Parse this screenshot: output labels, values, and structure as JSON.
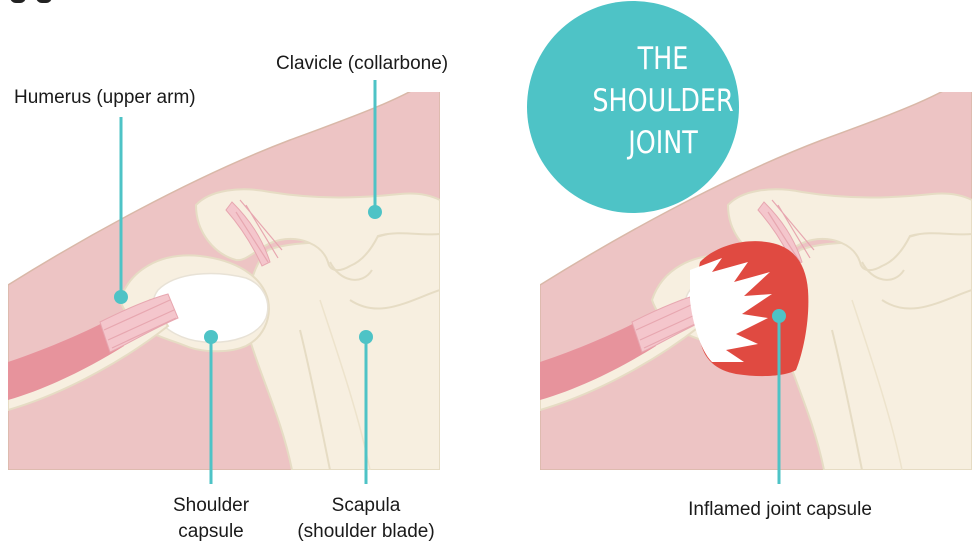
{
  "badge": {
    "line1": "THE",
    "line2": "SHOULDER",
    "line3": "JOINT"
  },
  "left_panel": {
    "labels": {
      "humerus": "Humerus (upper arm)",
      "clavicle": "Clavicle (collarbone)",
      "capsule_line1": "Shoulder",
      "capsule_line2": "capsule",
      "scapula_line1": "Scapula",
      "scapula_line2": "(shoulder blade)"
    }
  },
  "right_panel": {
    "labels": {
      "inflamed": "Inflamed joint capsule"
    }
  },
  "colors": {
    "skin": "#edc4c4",
    "bone": "#f7efe0",
    "bone_outline": "#e6dcc4",
    "muscle": "#e7939c",
    "ligament": "#f4c6cc",
    "capsule": "#ffffff",
    "inflamed": "#e04a41",
    "pointer": "#4ec3c6",
    "badge": "#4ec3c6"
  }
}
